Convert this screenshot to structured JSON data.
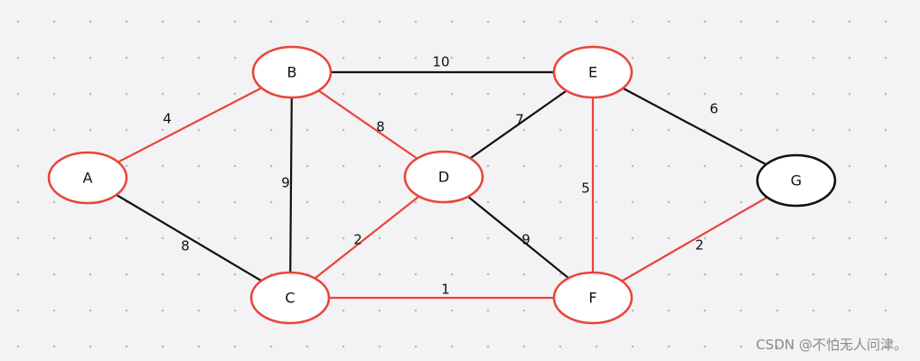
{
  "colors": {
    "highlight": "#e8463a",
    "default": "#111111",
    "node_fill": "#ffffff"
  },
  "nodes": [
    {
      "id": "A",
      "label": "A",
      "highlighted": true
    },
    {
      "id": "B",
      "label": "B",
      "highlighted": true
    },
    {
      "id": "C",
      "label": "C",
      "highlighted": true
    },
    {
      "id": "D",
      "label": "D",
      "highlighted": true
    },
    {
      "id": "E",
      "label": "E",
      "highlighted": true
    },
    {
      "id": "F",
      "label": "F",
      "highlighted": true
    },
    {
      "id": "G",
      "label": "G",
      "highlighted": false
    }
  ],
  "edges": [
    {
      "from": "A",
      "to": "B",
      "weight": "4",
      "highlighted": true
    },
    {
      "from": "A",
      "to": "C",
      "weight": "8",
      "highlighted": false
    },
    {
      "from": "B",
      "to": "C",
      "weight": "9",
      "highlighted": false
    },
    {
      "from": "B",
      "to": "D",
      "weight": "8",
      "highlighted": true
    },
    {
      "from": "B",
      "to": "E",
      "weight": "10",
      "highlighted": false
    },
    {
      "from": "C",
      "to": "D",
      "weight": "2",
      "highlighted": true
    },
    {
      "from": "C",
      "to": "F",
      "weight": "1",
      "highlighted": true
    },
    {
      "from": "D",
      "to": "E",
      "weight": "7",
      "highlighted": false
    },
    {
      "from": "D",
      "to": "F",
      "weight": "9",
      "highlighted": false
    },
    {
      "from": "E",
      "to": "F",
      "weight": "5",
      "highlighted": true
    },
    {
      "from": "E",
      "to": "G",
      "weight": "6",
      "highlighted": false
    },
    {
      "from": "F",
      "to": "G",
      "weight": "2",
      "highlighted": true
    }
  ],
  "watermark": "CSDN @不怕无人问津。"
}
